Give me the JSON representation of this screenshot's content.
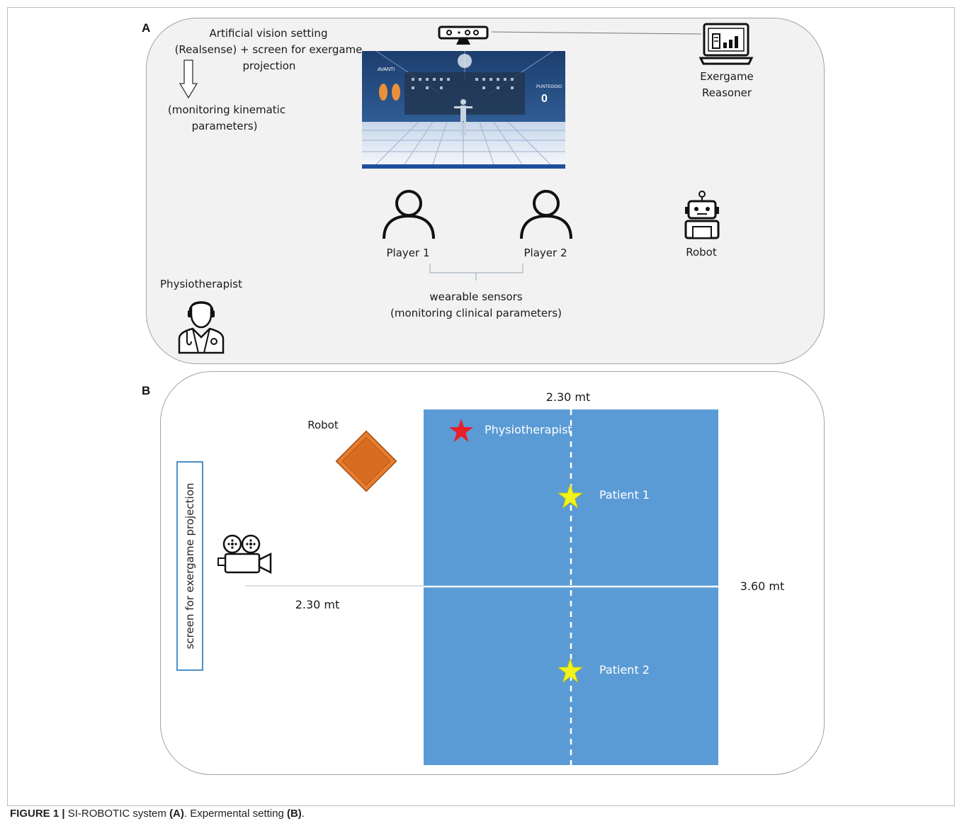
{
  "panel_a": {
    "letter": "A",
    "vision_label_1": "Artificial vision setting",
    "vision_label_2": "(Realsense) + screen for exergame",
    "vision_label_3": "projection",
    "kinematic_label_1": "(monitoring kinematic",
    "kinematic_label_2": "parameters)",
    "exergame_label_1": "Exergame",
    "exergame_label_2": "Reasoner",
    "player1": "Player 1",
    "player2": "Player 2",
    "robot": "Robot",
    "physiotherapist": "Physiotherapist",
    "sensors_label_1": "wearable sensors",
    "sensors_label_2": "(monitoring clinical parameters)",
    "game_screen": {
      "hud_left": "AVANTI",
      "hud_right": "PUNTEGGIO",
      "score": "0"
    }
  },
  "panel_b": {
    "letter": "B",
    "robot": "Robot",
    "screen_label": "screen for exergame projection",
    "width_top": "2.30 mt",
    "distance": "2.30 mt",
    "depth_right": "3.60 mt",
    "physiotherapist": "Physiotherapist",
    "patient1": "Patient 1",
    "patient2": "Patient 2",
    "colors": {
      "field": "#5b9bd5",
      "robot": "#e87d2f",
      "star_physio": "#e8202a",
      "star_patient": "#f2f21c"
    }
  },
  "caption": {
    "prefix": "FIGURE 1 | ",
    "text1": "SI-ROBOTIC system ",
    "bold1": "(A)",
    "text2": ". Expermental setting ",
    "bold2": "(B)",
    "text3": "."
  }
}
